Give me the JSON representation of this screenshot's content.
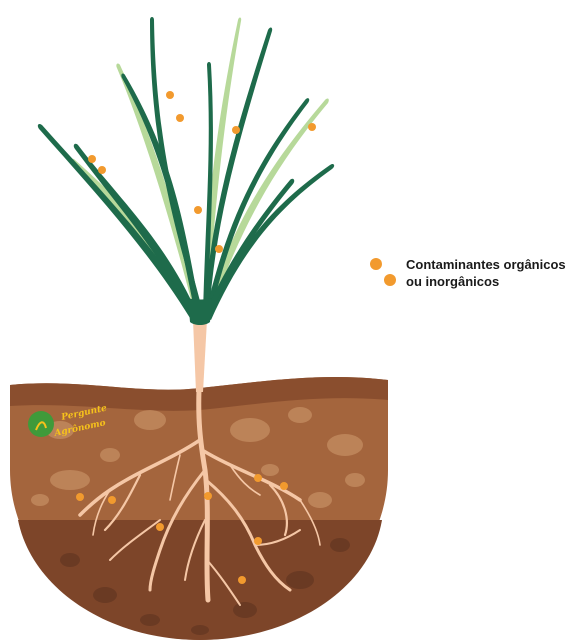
{
  "legend": {
    "line1": "Contaminantes orgânicos",
    "line2": "ou inorgânicos",
    "dot_color": "#f29a2e"
  },
  "logo": {
    "line1": "Pergunte",
    "line2": "Agrônomo"
  },
  "colors": {
    "leaf_dark": "#1e6b4b",
    "leaf_light": "#b7d99a",
    "soil_top": "#9a5a36",
    "soil_bottom": "#7d4529",
    "root": "#f5c7a6",
    "contaminant": "#f29a2e"
  }
}
